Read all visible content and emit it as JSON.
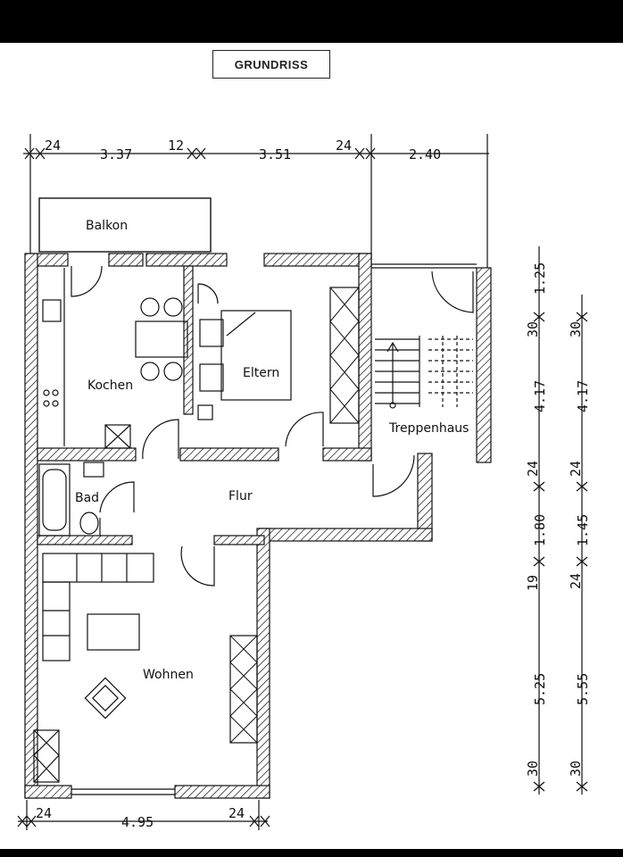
{
  "title": "GRUNDRISS",
  "rooms": {
    "balkon": "Balkon",
    "kochen": "Kochen",
    "eltern": "Eltern",
    "bad": "Bad",
    "flur": "Flur",
    "wohnen": "Wohnen",
    "treppenhaus": "Treppenhaus"
  },
  "dimensions": {
    "top": [
      "24",
      "3.37",
      "12",
      "3.51",
      "24",
      "2.40"
    ],
    "bottom": [
      "24",
      "4.95",
      "24"
    ],
    "right_outer": [
      "1.25",
      "30",
      "4.17",
      "24",
      "1.80",
      "19",
      "5.25",
      "30"
    ],
    "right_inner": [
      "30",
      "4.17",
      "24",
      "1.45",
      "24",
      "5.55",
      "30"
    ]
  }
}
